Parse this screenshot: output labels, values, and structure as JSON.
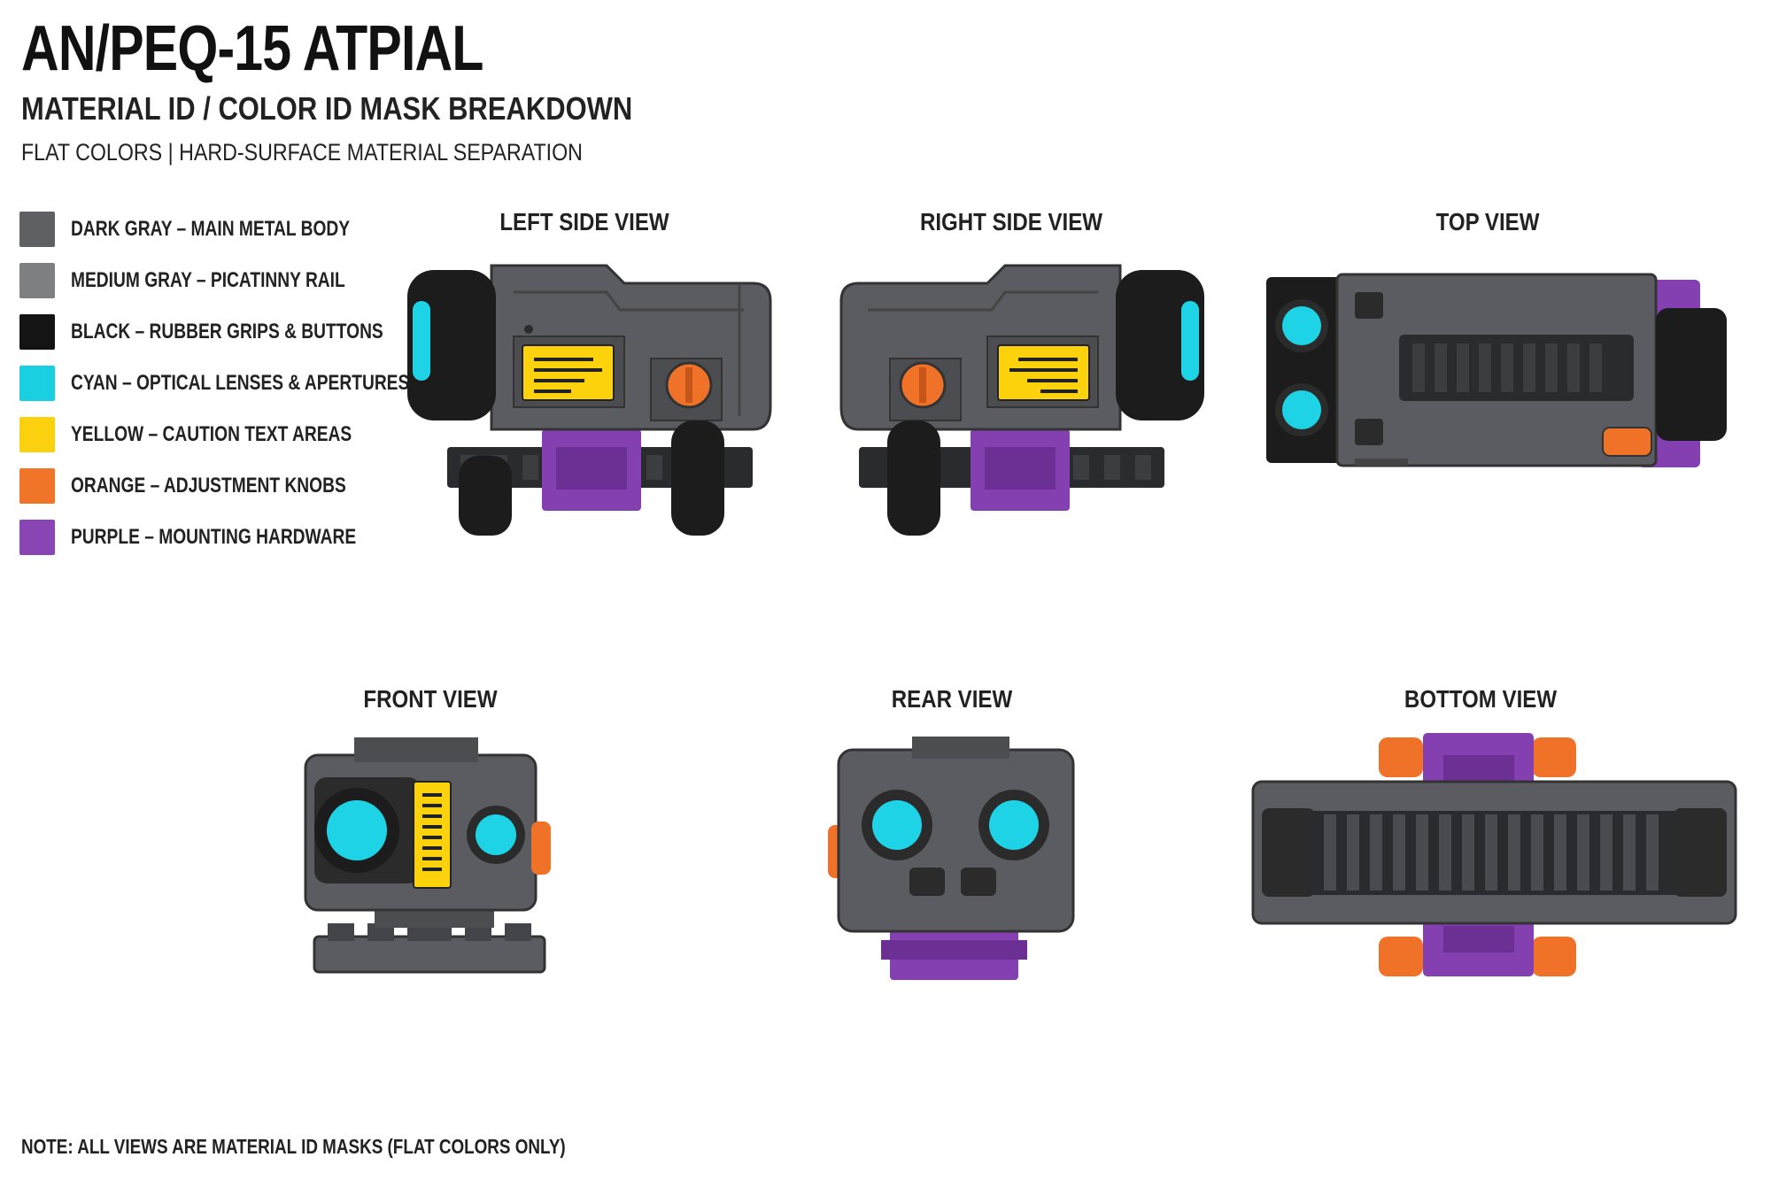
{
  "header": {
    "title": "AN/PEQ-15 ATPIAL",
    "subtitle": "MATERIAL ID / COLOR ID MASK BREAKDOWN",
    "tagline": "FLAT COLORS  |  HARD-SURFACE MATERIAL SEPARATION"
  },
  "colors": {
    "dark_gray": "#5b5c61",
    "medium_gray": "#7d7e83",
    "black": "#151515",
    "cyan": "#1ed3e6",
    "yellow": "#fcd20c",
    "orange": "#f07228",
    "purple": "#8440b0"
  },
  "legend": [
    {
      "label": "DARK GRAY – MAIN METAL BODY",
      "color": "#5f6064"
    },
    {
      "label": "MEDIUM GRAY – PICATINNY RAIL",
      "color": "#7e7f83"
    },
    {
      "label": "BLACK – RUBBER GRIPS & BUTTONS",
      "color": "#141414"
    },
    {
      "label": "CYAN – OPTICAL LENSES & APERTURES",
      "color": "#19cfe0"
    },
    {
      "label": "YELLOW – CAUTION TEXT AREAS",
      "color": "#fbd10f"
    },
    {
      "label": "ORANGE – ADJUSTMENT KNOBS",
      "color": "#f07528"
    },
    {
      "label": "PURPLE – MOUNTING HARDWARE",
      "color": "#8a45b5"
    }
  ],
  "views": {
    "left": "LEFT SIDE VIEW",
    "right": "RIGHT SIDE VIEW",
    "top": "TOP VIEW",
    "front": "FRONT VIEW",
    "rear": "REAR VIEW",
    "bottom": "BOTTOM VIEW"
  },
  "note": "NOTE: ALL VIEWS ARE MATERIAL ID MASKS (FLAT COLORS ONLY)"
}
